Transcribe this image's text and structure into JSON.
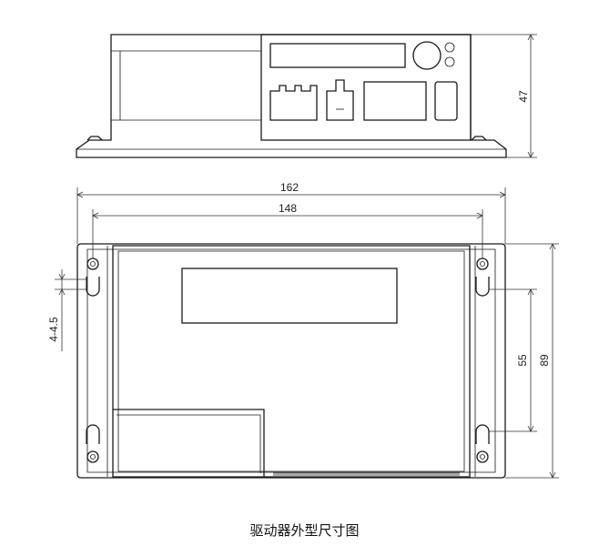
{
  "caption": "驱动器外型尺寸图",
  "dimensions": {
    "height": "47",
    "overall_width": "162",
    "hole_spacing_width": "148",
    "slot": "4-4.5",
    "hole_spacing_height": "55",
    "overall_height": "89"
  },
  "colors": {
    "line": "#1a1a1a",
    "background": "#ffffff"
  }
}
